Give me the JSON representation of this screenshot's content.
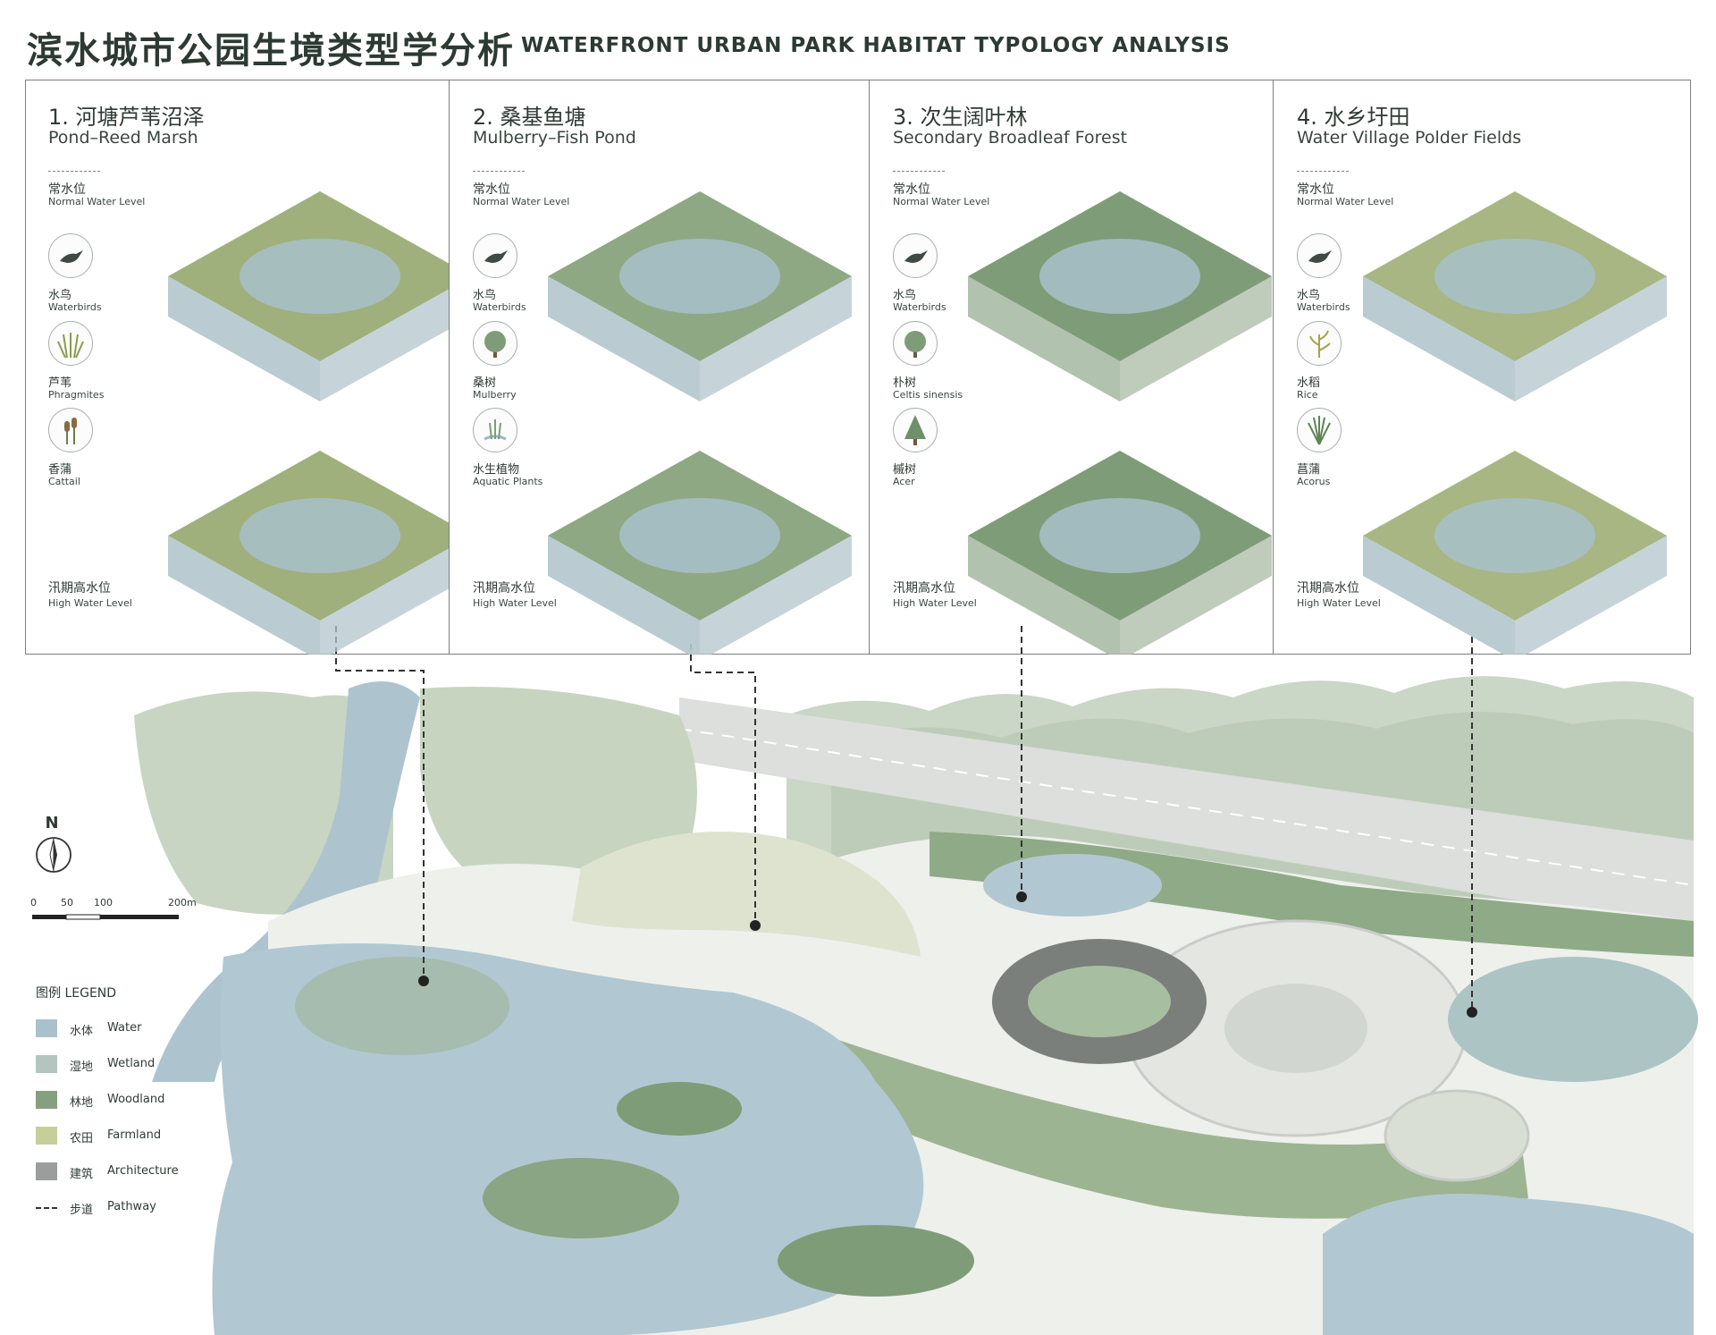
{
  "title": {
    "zh": "滨水城市公园生境类型学分析",
    "en": "WATERFRONT URBAN PARK HABITAT TYPOLOGY ANALYSIS"
  },
  "panels": [
    {
      "title_zh": "1. 河塘芦苇沼泽",
      "title_en": "Pond–Reed Marsh",
      "normal_zh": "常水位",
      "normal_en": "Normal Water Level",
      "high_zh": "汛期高水位",
      "high_en": "High Water Level",
      "species": [
        {
          "zh": "水鸟",
          "en": "Waterbirds",
          "icon": "bird-icon"
        },
        {
          "zh": "芦苇",
          "en": "Phragmites",
          "icon": "reed-icon"
        },
        {
          "zh": "香蒲",
          "en": "Cattail",
          "icon": "cattail-icon"
        }
      ]
    },
    {
      "title_zh": "2. 桑基鱼塘",
      "title_en": "Mulberry–Fish Pond",
      "normal_zh": "常水位",
      "normal_en": "Normal Water Level",
      "high_zh": "汛期高水位",
      "high_en": "High Water Level",
      "species": [
        {
          "zh": "水鸟",
          "en": "Waterbirds",
          "icon": "bird-icon"
        },
        {
          "zh": "桑树",
          "en": "Mulberry",
          "icon": "tree-icon"
        },
        {
          "zh": "水生植物",
          "en": "Aquatic Plants",
          "icon": "aquatic-plant-icon"
        }
      ]
    },
    {
      "title_zh": "3. 次生阔叶林",
      "title_en": "Secondary Broadleaf Forest",
      "normal_zh": "常水位",
      "normal_en": "Normal Water Level",
      "high_zh": "汛期高水位",
      "high_en": "High Water Level",
      "species": [
        {
          "zh": "水鸟",
          "en": "Waterbirds",
          "icon": "bird-icon"
        },
        {
          "zh": "朴树",
          "en": "Celtis sinensis",
          "icon": "tree-icon"
        },
        {
          "zh": "槭树",
          "en": "Acer",
          "icon": "conifer-icon"
        }
      ]
    },
    {
      "title_zh": "4. 水乡圩田",
      "title_en": "Water Village Polder Fields",
      "normal_zh": "常水位",
      "normal_en": "Normal Water Level",
      "high_zh": "汛期高水位",
      "high_en": "High Water Level",
      "species": [
        {
          "zh": "水鸟",
          "en": "Waterbirds",
          "icon": "bird-icon"
        },
        {
          "zh": "水稻",
          "en": "Rice",
          "icon": "rice-icon"
        },
        {
          "zh": "菖蒲",
          "en": "Acorus",
          "icon": "acorus-icon"
        }
      ]
    }
  ],
  "compass": {
    "label": "N"
  },
  "scale": {
    "labels": [
      "0",
      "50",
      "100",
      "200m"
    ]
  },
  "legend": {
    "title": "图例  LEGEND",
    "items": [
      {
        "zh": "水体",
        "en": "Water",
        "color": "#a9c1cc"
      },
      {
        "zh": "湿地",
        "en": "Wetland",
        "color": "#b4c5c0"
      },
      {
        "zh": "林地",
        "en": "Woodland",
        "color": "#86a07f"
      },
      {
        "zh": "农田",
        "en": "Farmland",
        "color": "#c6cf9a"
      },
      {
        "zh": "建筑",
        "en": "Architecture",
        "color": "#9a9d9b"
      },
      {
        "zh": "步道",
        "en": "Pathway",
        "color": "#333333"
      }
    ]
  },
  "colors": {
    "water": "#b3c9d3",
    "water_deep": "#9fbac6",
    "wetland": "#b9c9c2",
    "woodland": "#7f9c78",
    "woodland_light": "#a9bf9e",
    "farmland": "#c9d29f",
    "mountain": "#c9d5c6",
    "road": "#d9dcda",
    "plaza": "#eeefec",
    "architecture": "#6f7470"
  }
}
